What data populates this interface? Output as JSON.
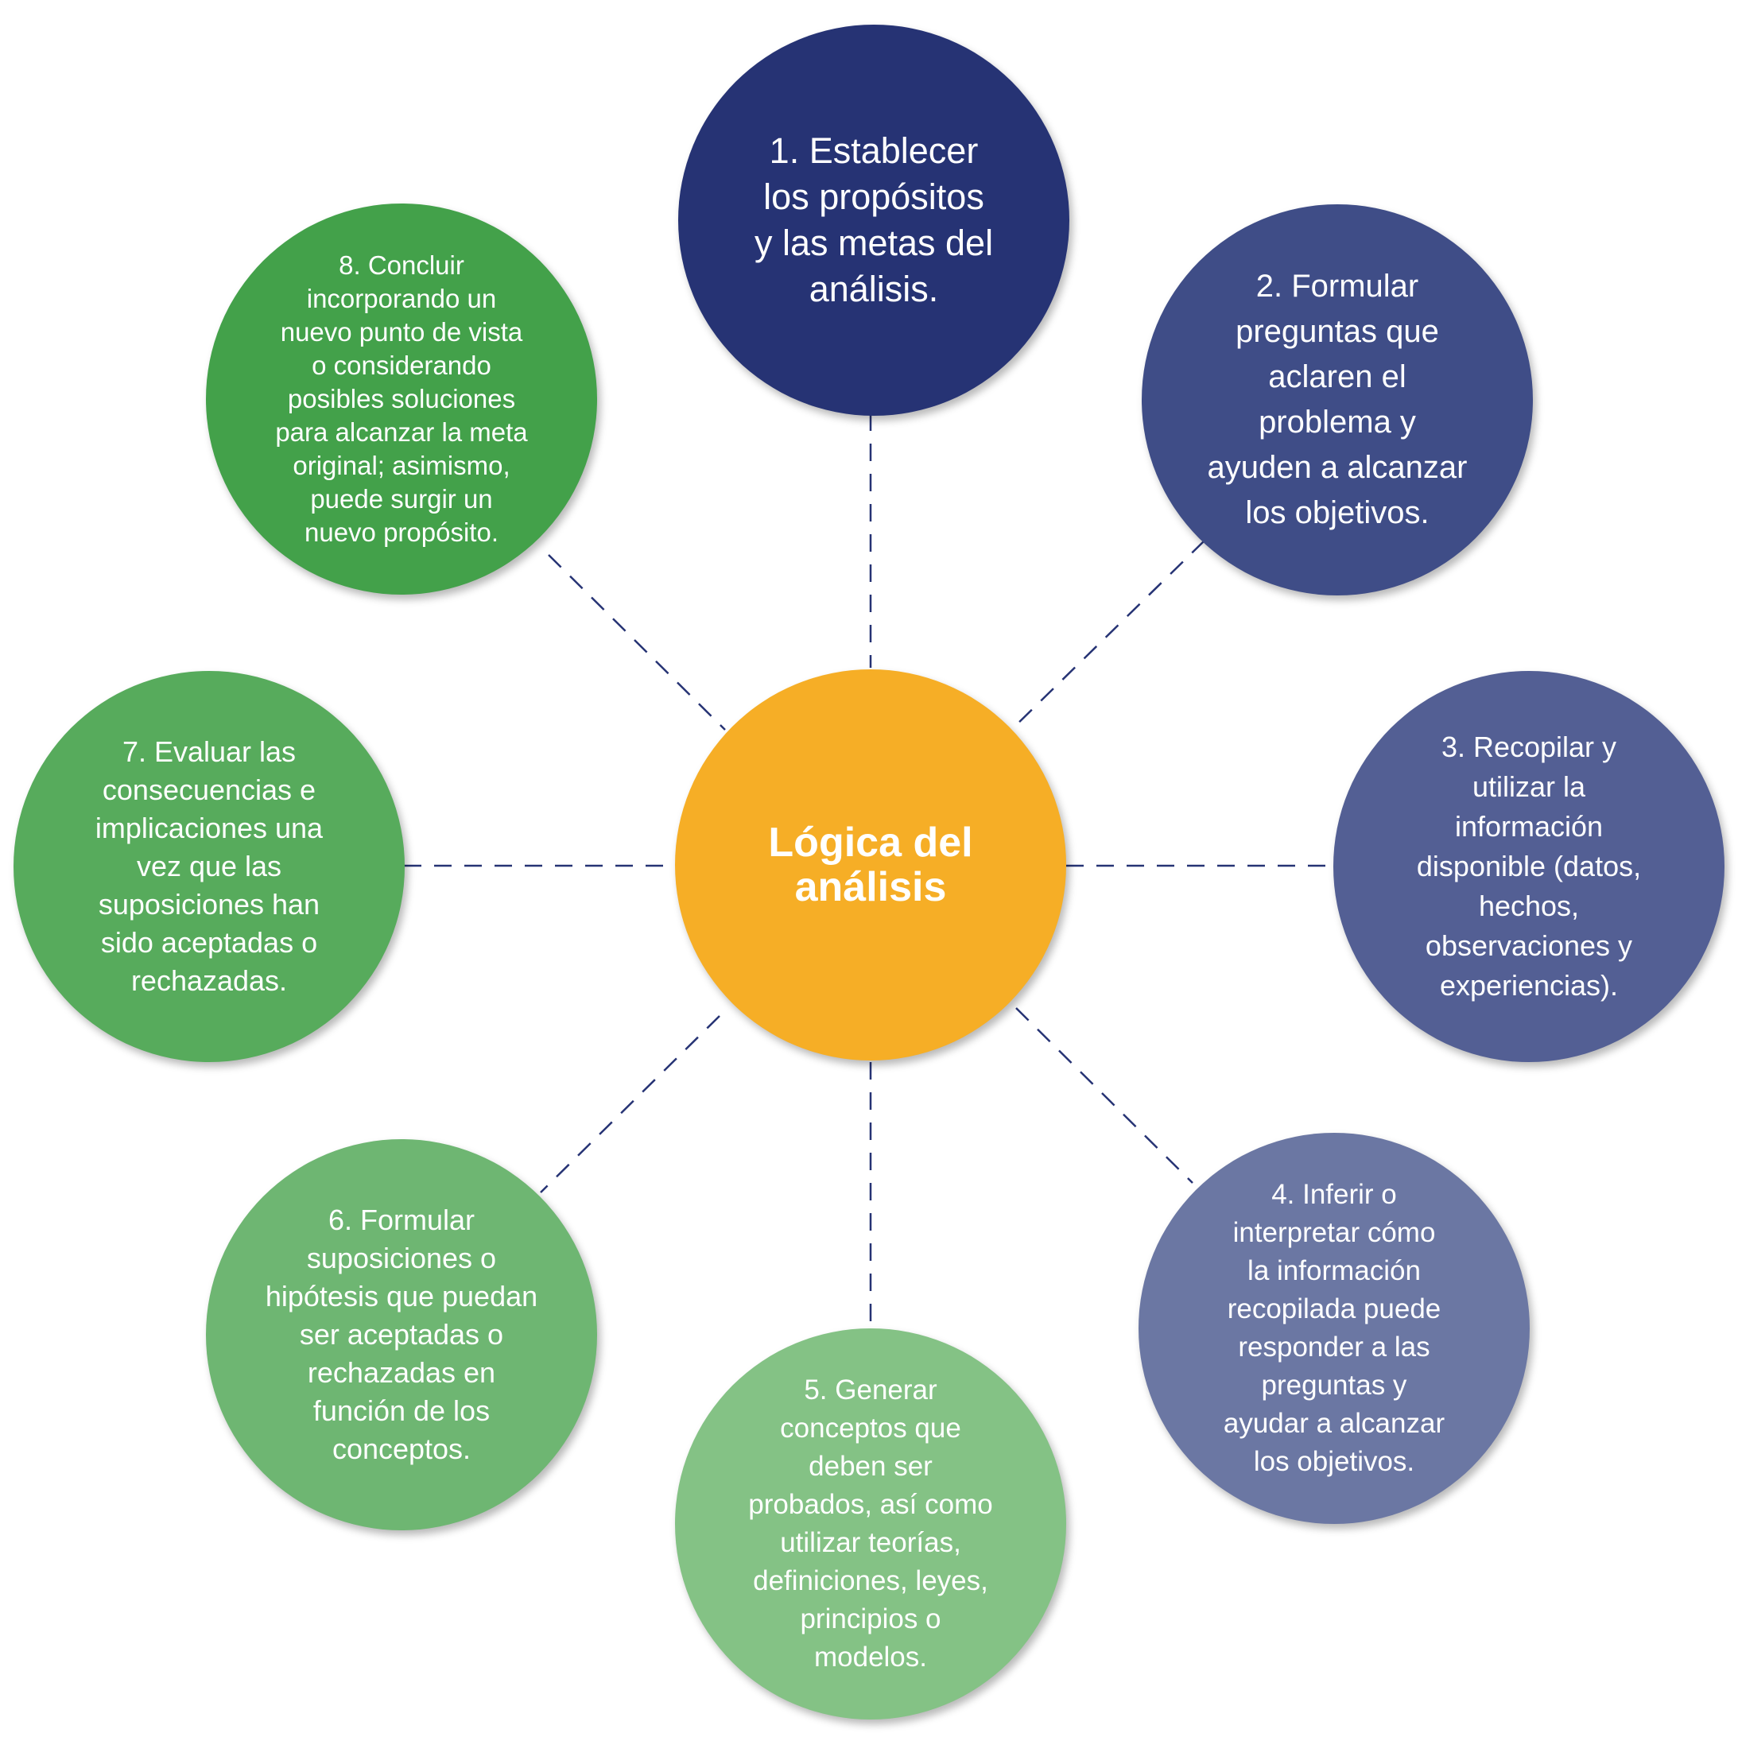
{
  "center": {
    "label": "Lógica del\nanálisis",
    "color": "#F6AE26"
  },
  "steps": [
    {
      "label": "1. Establecer\nlos propósitos\ny las metas del\nanálisis.",
      "color": "#263374"
    },
    {
      "label": "2. Formular\npreguntas que\naclaren el\nproblema y\nayuden a alcanzar\nlos objetivos.",
      "color": "#3F4D87"
    },
    {
      "label": "3. Recopilar y\nutilizar la\ninformación\ndisponible (datos,\nhechos,\nobservaciones y\nexperiencias).",
      "color": "#535F94"
    },
    {
      "label": "4. Inferir o\ninterpretar cómo\nla información\nrecopilada puede\nresponder a las\npreguntas y\nayudar a alcanzar\nlos objetivos.",
      "color": "#6B77A3"
    },
    {
      "label": "5. Generar\nconceptos que\ndeben ser\nprobados, así como\nutilizar teorías,\ndefiniciones, leyes,\nprincipios o\nmodelos.",
      "color": "#84C285"
    },
    {
      "label": "6. Formular\nsuposiciones o\nhipótesis que puedan\nser aceptadas o\nrechazadas en\nfunción de los\nconceptos.",
      "color": "#6EB672"
    },
    {
      "label": "7. Evaluar las\nconsecuencias e\nimplicaciones una\nvez que las\nsuposiciones han\nsido aceptadas o\nrechazadas.",
      "color": "#57AB5C"
    },
    {
      "label": "8. Concluir\nincorporando un\nnuevo punto de vista\no considerando\nposibles soluciones\npara alcanzar la meta\noriginal; asimismo,\npuede surgir un\nnuevo propósito.",
      "color": "#43A14A"
    }
  ],
  "connector_color": "#263374"
}
